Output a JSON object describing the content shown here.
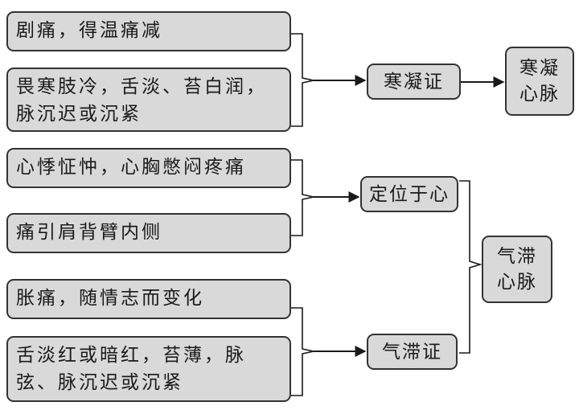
{
  "groups": [
    {
      "symptoms": [
        "剧痛，得温痛减",
        "畏寒肢冷，舌淡、苔白润，\n脉沉迟或沉紧"
      ],
      "syndrome": "寒凝证",
      "result": "寒凝\n心脉"
    },
    {
      "symptoms": [
        "心悸怔忡，心胸憋闷疼痛",
        "痛引肩背臂内侧"
      ],
      "syndrome": "定位于心"
    },
    {
      "symptoms": [
        "胀痛，随情志而变化",
        "舌淡红或暗红，苔薄，脉\n弦、脉沉迟或沉紧"
      ],
      "syndrome": "气滞证"
    }
  ],
  "combined_result": "气滞\n心脉"
}
